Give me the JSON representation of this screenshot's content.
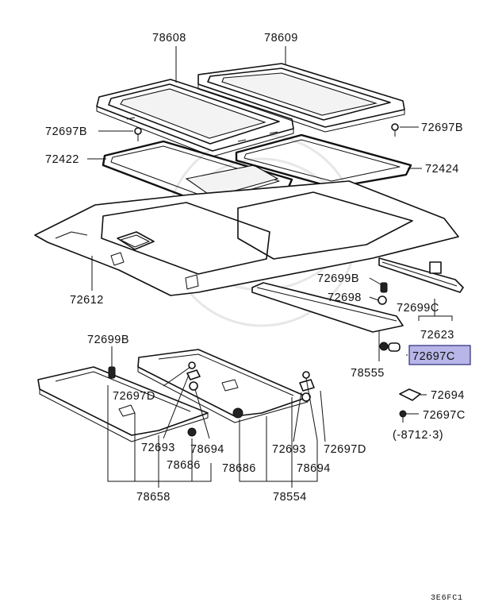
{
  "diagram": {
    "footer_code": "3E6FC1",
    "date_note": "(-8712·3)",
    "highlight_color": "#b8b6e8",
    "parts": {
      "p78608": "78608",
      "p78609": "78609",
      "p72697B_left": "72697B",
      "p72697B_right": "72697B",
      "p72422": "72422",
      "p72424": "72424",
      "p72612": "72612",
      "p72699B_mid": "72699B",
      "p72698": "72698",
      "p72699C": "72699C",
      "p72623": "72623",
      "p72697C_highlight": "72697C",
      "p78555": "78555",
      "p72694_side": "72694",
      "p72697C_side": "72697C",
      "p72699B_left": "72699B",
      "p72697D_left": "72697D",
      "p72693_left": "72693",
      "p78694_left": "78694",
      "p78686_left": "78686",
      "p78658": "78658",
      "p78686_right": "78686",
      "p72693_right": "72693",
      "p72697D_right": "72697D",
      "p78694_right": "78694",
      "p78554": "78554"
    }
  }
}
